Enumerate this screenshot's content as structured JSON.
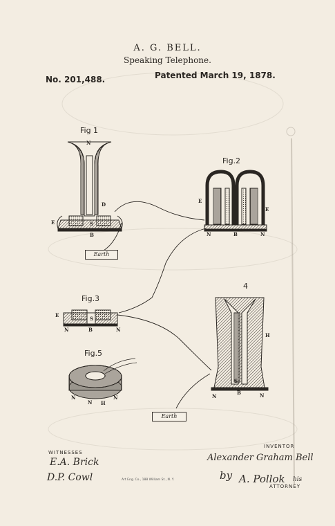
{
  "header": {
    "inventor_name": "A. G. BELL.",
    "title": "Speaking Telephone.",
    "patent_number": "No. 201,488.",
    "patent_date": "Patented March 19, 1878."
  },
  "figures": {
    "fig1": "Fig 1",
    "fig2": "Fig.2",
    "fig3": "Fig.3",
    "fig4": "4",
    "fig5": "Fig.5"
  },
  "labels": {
    "N": "N",
    "D": "D",
    "E": "E",
    "S": "S",
    "B": "B",
    "H": "H"
  },
  "earth": {
    "earth1": "Earth",
    "earth2": "Earth"
  },
  "signatures": {
    "witnesses_heading": "WITNESSES",
    "witness1": "E.A. Brick",
    "witness2": "D.P. Cowl",
    "inventor_heading": "INVENTOR",
    "inventor_signature": "Alexander Graham Bell",
    "by": "by",
    "attorney_signature": "A. Pollok",
    "attorney_abbr": "his",
    "attorney_heading": "ATTORNEY"
  },
  "printer": "Art Eng. Co., 188 William St., N. Y."
}
